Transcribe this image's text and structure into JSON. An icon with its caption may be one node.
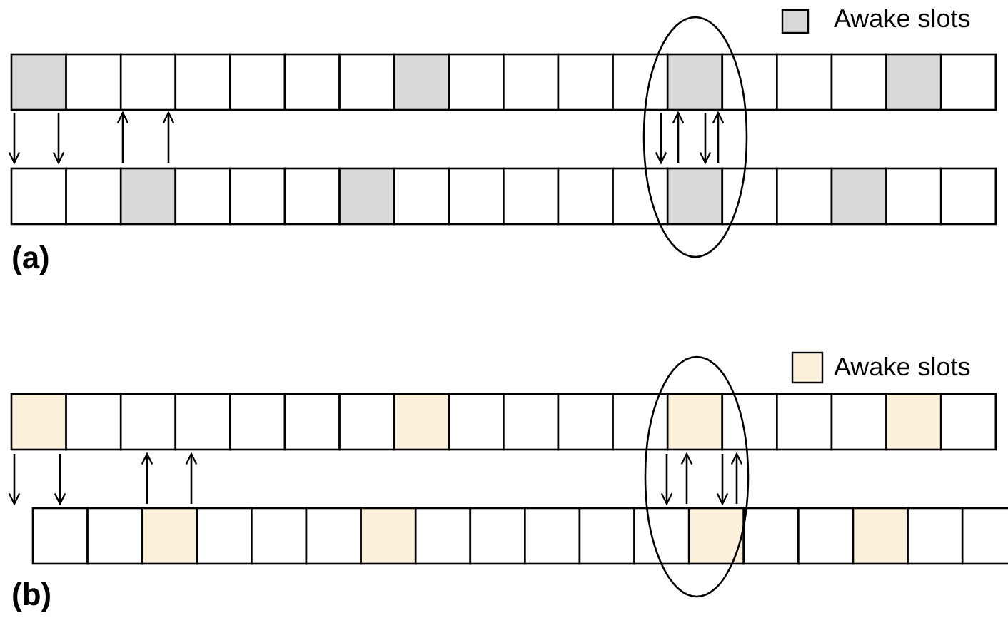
{
  "diagram": {
    "labels": [
      "(a)",
      "(b)"
    ],
    "legend": [
      {
        "text": "Awake slots",
        "color": "#d9d9d9"
      },
      {
        "text": "Awake slots",
        "color": "#fbf0d9"
      }
    ]
  }
}
